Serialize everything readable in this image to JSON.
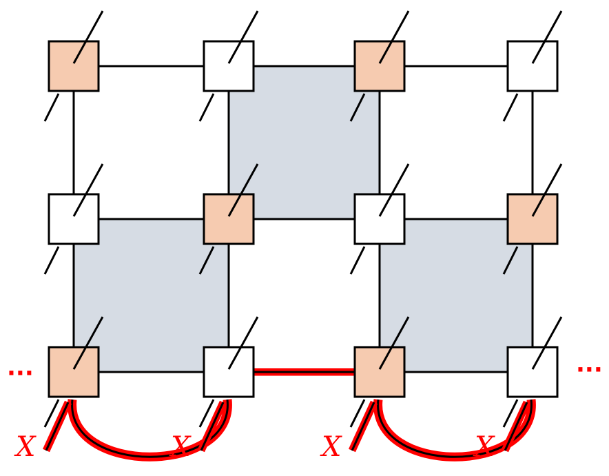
{
  "diagram": {
    "colors": {
      "node_accent": "#f6cbb0",
      "node_plain": "#ffffff",
      "node_stroke": "#000000",
      "plaquette": "#d6dce4",
      "error": "#ff0000"
    },
    "grid": {
      "rows": 3,
      "cols": 4
    },
    "nodes": [
      {
        "row": 0,
        "col": 0,
        "accent": true
      },
      {
        "row": 0,
        "col": 1,
        "accent": false
      },
      {
        "row": 0,
        "col": 2,
        "accent": true
      },
      {
        "row": 0,
        "col": 3,
        "accent": false
      },
      {
        "row": 1,
        "col": 0,
        "accent": false
      },
      {
        "row": 1,
        "col": 1,
        "accent": true
      },
      {
        "row": 1,
        "col": 2,
        "accent": false
      },
      {
        "row": 1,
        "col": 3,
        "accent": true
      },
      {
        "row": 2,
        "col": 0,
        "accent": true
      },
      {
        "row": 2,
        "col": 1,
        "accent": false
      },
      {
        "row": 2,
        "col": 2,
        "accent": true
      },
      {
        "row": 2,
        "col": 3,
        "accent": false
      }
    ],
    "shaded_faces": [
      {
        "row": 0,
        "col": 1
      },
      {
        "row": 1,
        "col": 0
      },
      {
        "row": 1,
        "col": 2
      }
    ],
    "highlighted_edges": [
      {
        "from": [
          2,
          1
        ],
        "to": [
          2,
          2
        ]
      }
    ],
    "error_loops": [
      {
        "from_col": 0,
        "to_col": 1
      },
      {
        "from_col": 2,
        "to_col": 3
      }
    ],
    "error_label": "X",
    "left_ellipsis": "···",
    "right_ellipsis": "···"
  }
}
